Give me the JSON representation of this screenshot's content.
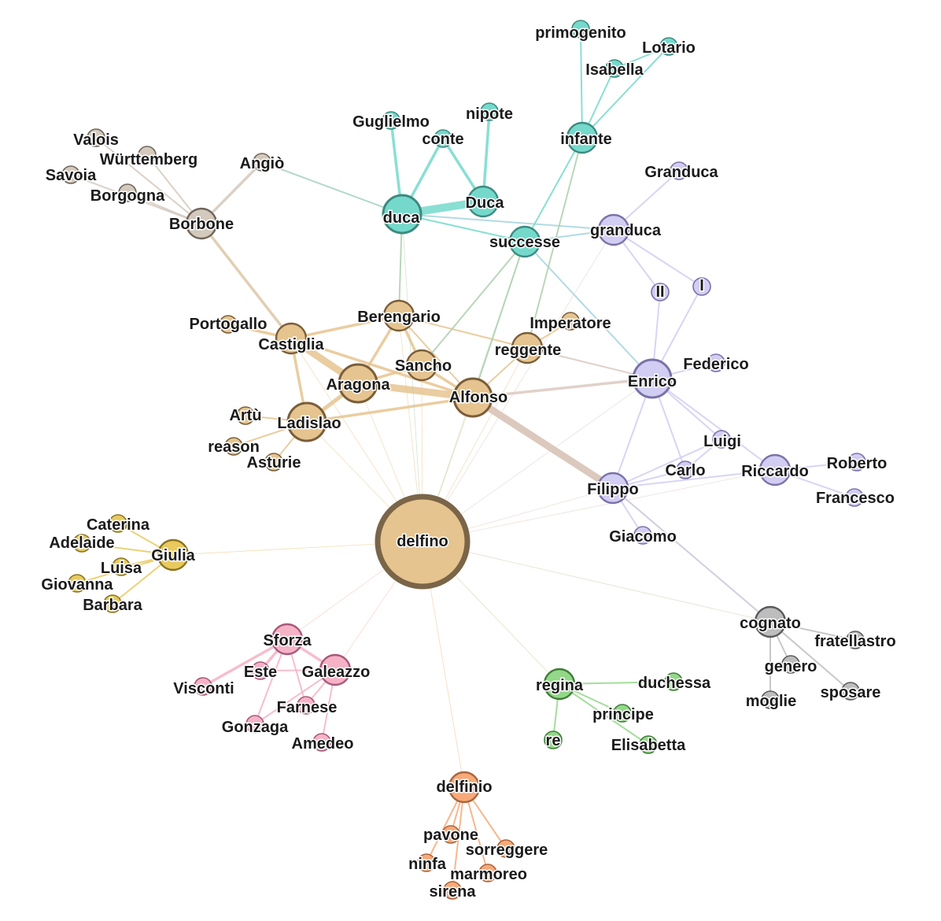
{
  "colors": {
    "gold": "#e6c48f",
    "gold_stroke": "#7a5e3a",
    "teal": "#74d9cb",
    "teal_stroke": "#3d8a80",
    "lavender": "#d2cdf2",
    "lavender_stroke": "#7a72a8",
    "taupe": "#d3c9bc",
    "taupe_stroke": "#6e645a",
    "yellow": "#e8ca5e",
    "yellow_stroke": "#8a7420",
    "pink": "#f6b2c6",
    "pink_stroke": "#a8587a",
    "green": "#93d888",
    "green_stroke": "#3f7d38",
    "orange": "#f7a979",
    "orange_stroke": "#a9643c",
    "gray": "#bdbdbd",
    "gray_stroke": "#5a5a5a",
    "delfino_stroke": "#7a6548"
  },
  "nodes": [
    {
      "id": "delfino",
      "label": "delfino",
      "group": "gold",
      "size": 5
    },
    {
      "id": "Alfonso",
      "label": "Alfonso",
      "group": "gold",
      "size": 3
    },
    {
      "id": "Aragona",
      "label": "Aragona",
      "group": "gold",
      "size": 3
    },
    {
      "id": "Sancho",
      "label": "Sancho",
      "group": "gold",
      "size": 2
    },
    {
      "id": "Berengario",
      "label": "Berengario",
      "group": "gold",
      "size": 2
    },
    {
      "id": "Castiglia",
      "label": "Castiglia",
      "group": "gold",
      "size": 2
    },
    {
      "id": "Ladislao",
      "label": "Ladislao",
      "group": "gold",
      "size": 3
    },
    {
      "id": "Portogallo",
      "label": "Portogallo",
      "group": "gold",
      "size": 1
    },
    {
      "id": "Artu",
      "label": "Artù",
      "group": "gold",
      "size": 1
    },
    {
      "id": "reason",
      "label": "reason",
      "group": "gold",
      "size": 1
    },
    {
      "id": "Asturie",
      "label": "Asturie",
      "group": "gold",
      "size": 1
    },
    {
      "id": "reggente",
      "label": "reggente",
      "group": "gold",
      "size": 2
    },
    {
      "id": "Imperatore",
      "label": "Imperatore",
      "group": "gold",
      "size": 1
    },
    {
      "id": "duca",
      "label": "duca",
      "group": "teal",
      "size": 3
    },
    {
      "id": "Duca",
      "label": "Duca",
      "group": "teal",
      "size": 2
    },
    {
      "id": "conte",
      "label": "conte",
      "group": "teal",
      "size": 1
    },
    {
      "id": "Guglielmo",
      "label": "Guglielmo",
      "group": "teal",
      "size": 1
    },
    {
      "id": "nipote",
      "label": "nipote",
      "group": "teal",
      "size": 1
    },
    {
      "id": "successe",
      "label": "successe",
      "group": "teal",
      "size": 2
    },
    {
      "id": "infante",
      "label": "infante",
      "group": "teal",
      "size": 2
    },
    {
      "id": "primogenito",
      "label": "primogenito",
      "group": "teal",
      "size": 1
    },
    {
      "id": "Isabella",
      "label": "Isabella",
      "group": "teal",
      "size": 1
    },
    {
      "id": "Lotario",
      "label": "Lotario",
      "group": "teal",
      "size": 1
    },
    {
      "id": "granduca",
      "label": "granduca",
      "group": "lavender",
      "size": 2
    },
    {
      "id": "Granduca",
      "label": "Granduca",
      "group": "lavender",
      "size": 1
    },
    {
      "id": "II",
      "label": "II",
      "group": "lavender",
      "size": 1
    },
    {
      "id": "I",
      "label": "I",
      "group": "lavender",
      "size": 1
    },
    {
      "id": "Enrico",
      "label": "Enrico",
      "group": "lavender",
      "size": 3
    },
    {
      "id": "Federico",
      "label": "Federico",
      "group": "lavender",
      "size": 1
    },
    {
      "id": "Filippo",
      "label": "Filippo",
      "group": "lavender",
      "size": 2
    },
    {
      "id": "Carlo",
      "label": "Carlo",
      "group": "lavender",
      "size": 1
    },
    {
      "id": "Luigi",
      "label": "Luigi",
      "group": "lavender",
      "size": 1
    },
    {
      "id": "Riccardo",
      "label": "Riccardo",
      "group": "lavender",
      "size": 2
    },
    {
      "id": "Roberto",
      "label": "Roberto",
      "group": "lavender",
      "size": 1
    },
    {
      "id": "Francesco",
      "label": "Francesco",
      "group": "lavender",
      "size": 1
    },
    {
      "id": "Giacomo",
      "label": "Giacomo",
      "group": "lavender",
      "size": 1
    },
    {
      "id": "Borbone",
      "label": "Borbone",
      "group": "taupe",
      "size": 2
    },
    {
      "id": "Angio",
      "label": "Angiò",
      "group": "taupe",
      "size": 1
    },
    {
      "id": "Valois",
      "label": "Valois",
      "group": "taupe",
      "size": 1
    },
    {
      "id": "Wurttemberg",
      "label": "Württemberg",
      "group": "taupe",
      "size": 1
    },
    {
      "id": "Savoia",
      "label": "Savoia",
      "group": "taupe",
      "size": 1
    },
    {
      "id": "Borgogna",
      "label": "Borgogna",
      "group": "taupe",
      "size": 1
    },
    {
      "id": "Giulia",
      "label": "Giulia",
      "group": "yellow",
      "size": 2
    },
    {
      "id": "Caterina",
      "label": "Caterina",
      "group": "yellow",
      "size": 1
    },
    {
      "id": "Adelaide",
      "label": "Adelaide",
      "group": "yellow",
      "size": 1
    },
    {
      "id": "Luisa",
      "label": "Luisa",
      "group": "yellow",
      "size": 1
    },
    {
      "id": "Giovanna",
      "label": "Giovanna",
      "group": "yellow",
      "size": 1
    },
    {
      "id": "Barbara",
      "label": "Barbara",
      "group": "yellow",
      "size": 1
    },
    {
      "id": "Sforza",
      "label": "Sforza",
      "group": "pink",
      "size": 2
    },
    {
      "id": "Galeazzo",
      "label": "Galeazzo",
      "group": "pink",
      "size": 2
    },
    {
      "id": "Este",
      "label": "Este",
      "group": "pink",
      "size": 1
    },
    {
      "id": "Visconti",
      "label": "Visconti",
      "group": "pink",
      "size": 1
    },
    {
      "id": "Farnese",
      "label": "Farnese",
      "group": "pink",
      "size": 1
    },
    {
      "id": "Gonzaga",
      "label": "Gonzaga",
      "group": "pink",
      "size": 1
    },
    {
      "id": "Amedeo",
      "label": "Amedeo",
      "group": "pink",
      "size": 1
    },
    {
      "id": "regina",
      "label": "regina",
      "group": "green",
      "size": 2
    },
    {
      "id": "duchessa",
      "label": "duchessa",
      "group": "green",
      "size": 1
    },
    {
      "id": "principe",
      "label": "principe",
      "group": "green",
      "size": 1
    },
    {
      "id": "re",
      "label": "re",
      "group": "green",
      "size": 1
    },
    {
      "id": "Elisabetta",
      "label": "Elisabetta",
      "group": "green",
      "size": 1
    },
    {
      "id": "delfinio",
      "label": "delfinio",
      "group": "orange",
      "size": 2
    },
    {
      "id": "pavone",
      "label": "pavone",
      "group": "orange",
      "size": 1
    },
    {
      "id": "sorreggere",
      "label": "sorreggere",
      "group": "orange",
      "size": 1
    },
    {
      "id": "ninfa",
      "label": "ninfa",
      "group": "orange",
      "size": 1
    },
    {
      "id": "marmoreo",
      "label": "marmoreo",
      "group": "orange",
      "size": 1
    },
    {
      "id": "sirena",
      "label": "sirena",
      "group": "orange",
      "size": 1
    },
    {
      "id": "cognato",
      "label": "cognato",
      "group": "gray",
      "size": 2
    },
    {
      "id": "fratellastro",
      "label": "fratellastro",
      "group": "gray",
      "size": 1
    },
    {
      "id": "genero",
      "label": "genero",
      "group": "gray",
      "size": 1
    },
    {
      "id": "moglie",
      "label": "moglie",
      "group": "gray",
      "size": 1
    },
    {
      "id": "sposare",
      "label": "sposare",
      "group": "gray",
      "size": 1
    }
  ],
  "edges": [
    {
      "source": "Aragona",
      "target": "Castiglia",
      "weight": 5
    },
    {
      "source": "Aragona",
      "target": "Alfonso",
      "weight": 5
    },
    {
      "source": "Alfonso",
      "target": "Filippo",
      "weight": 5
    },
    {
      "source": "duca",
      "target": "Duca",
      "weight": 5
    },
    {
      "source": "Aragona",
      "target": "Ladislao",
      "weight": 3
    },
    {
      "source": "Aragona",
      "target": "Sancho",
      "weight": 2
    },
    {
      "source": "Aragona",
      "target": "Berengario",
      "weight": 2
    },
    {
      "source": "Sancho",
      "target": "Alfonso",
      "weight": 2
    },
    {
      "source": "Berengario",
      "target": "Castiglia",
      "weight": 2
    },
    {
      "source": "Berengario",
      "target": "Sancho",
      "weight": 2
    },
    {
      "source": "Berengario",
      "target": "Alfonso",
      "weight": 1
    },
    {
      "source": "Berengario",
      "target": "reggente",
      "weight": 1
    },
    {
      "source": "Castiglia",
      "target": "Portogallo",
      "weight": 2
    },
    {
      "source": "Castiglia",
      "target": "Ladislao",
      "weight": 2
    },
    {
      "source": "Castiglia",
      "target": "Alfonso",
      "weight": 2
    },
    {
      "source": "Castiglia",
      "target": "Borbone",
      "weight": 2
    },
    {
      "source": "Ladislao",
      "target": "Artu",
      "weight": 1
    },
    {
      "source": "Ladislao",
      "target": "reason",
      "weight": 1
    },
    {
      "source": "Ladislao",
      "target": "Asturie",
      "weight": 1
    },
    {
      "source": "Ladislao",
      "target": "Alfonso",
      "weight": 2
    },
    {
      "source": "reggente",
      "target": "Imperatore",
      "weight": 1
    },
    {
      "source": "reggente",
      "target": "Alfonso",
      "weight": 1
    },
    {
      "source": "reggente",
      "target": "Enrico",
      "weight": 1
    },
    {
      "source": "Alfonso",
      "target": "Enrico",
      "weight": 2
    },
    {
      "source": "Alfonso",
      "target": "successe",
      "weight": 1
    },
    {
      "source": "Sancho",
      "target": "successe",
      "weight": 1
    },
    {
      "source": "Berengario",
      "target": "duca",
      "weight": 1
    },
    {
      "source": "duca",
      "target": "Guglielmo",
      "weight": 2
    },
    {
      "source": "duca",
      "target": "conte",
      "weight": 2
    },
    {
      "source": "Duca",
      "target": "conte",
      "weight": 2
    },
    {
      "source": "Duca",
      "target": "nipote",
      "weight": 2
    },
    {
      "source": "duca",
      "target": "successe",
      "weight": 1
    },
    {
      "source": "duca",
      "target": "granduca",
      "weight": 1
    },
    {
      "source": "duca",
      "target": "Angio",
      "weight": 1
    },
    {
      "source": "successe",
      "target": "granduca",
      "weight": 1
    },
    {
      "source": "successe",
      "target": "Enrico",
      "weight": 1
    },
    {
      "source": "successe",
      "target": "infante",
      "weight": 1
    },
    {
      "source": "reggente",
      "target": "infante",
      "weight": 1
    },
    {
      "source": "infante",
      "target": "primogenito",
      "weight": 1
    },
    {
      "source": "infante",
      "target": "Isabella",
      "weight": 1
    },
    {
      "source": "infante",
      "target": "Lotario",
      "weight": 1
    },
    {
      "source": "Isabella",
      "target": "Lotario",
      "weight": 1
    },
    {
      "source": "granduca",
      "target": "Granduca",
      "weight": 1
    },
    {
      "source": "granduca",
      "target": "II",
      "weight": 1
    },
    {
      "source": "granduca",
      "target": "I",
      "weight": 1
    },
    {
      "source": "Enrico",
      "target": "II",
      "weight": 1
    },
    {
      "source": "Enrico",
      "target": "I",
      "weight": 1
    },
    {
      "source": "Enrico",
      "target": "Federico",
      "weight": 1
    },
    {
      "source": "Enrico",
      "target": "Filippo",
      "weight": 1
    },
    {
      "source": "Enrico",
      "target": "Carlo",
      "weight": 1
    },
    {
      "source": "Enrico",
      "target": "Luigi",
      "weight": 1
    },
    {
      "source": "Enrico",
      "target": "Riccardo",
      "weight": 1
    },
    {
      "source": "Filippo",
      "target": "Carlo",
      "weight": 1
    },
    {
      "source": "Filippo",
      "target": "Luigi",
      "weight": 1
    },
    {
      "source": "Filippo",
      "target": "Riccardo",
      "weight": 1
    },
    {
      "source": "Filippo",
      "target": "Giacomo",
      "weight": 1
    },
    {
      "source": "Filippo",
      "target": "cognato",
      "weight": 1
    },
    {
      "source": "Riccardo",
      "target": "Roberto",
      "weight": 1
    },
    {
      "source": "Riccardo",
      "target": "Francesco",
      "weight": 1
    },
    {
      "source": "Carlo",
      "target": "Luigi",
      "weight": 1
    },
    {
      "source": "Borbone",
      "target": "Angio",
      "weight": 2
    },
    {
      "source": "Borbone",
      "target": "Valois",
      "weight": 1
    },
    {
      "source": "Borbone",
      "target": "Wurttemberg",
      "weight": 1
    },
    {
      "source": "Borbone",
      "target": "Savoia",
      "weight": 1
    },
    {
      "source": "Borbone",
      "target": "Borgogna",
      "weight": 1
    },
    {
      "source": "Giulia",
      "target": "Caterina",
      "weight": 1
    },
    {
      "source": "Giulia",
      "target": "Adelaide",
      "weight": 1
    },
    {
      "source": "Giulia",
      "target": "Luisa",
      "weight": 1
    },
    {
      "source": "Giulia",
      "target": "Giovanna",
      "weight": 1
    },
    {
      "source": "Giulia",
      "target": "Barbara",
      "weight": 1
    },
    {
      "source": "Sforza",
      "target": "Galeazzo",
      "weight": 2
    },
    {
      "source": "Sforza",
      "target": "Este",
      "weight": 2
    },
    {
      "source": "Sforza",
      "target": "Visconti",
      "weight": 2
    },
    {
      "source": "Sforza",
      "target": "Farnese",
      "weight": 1
    },
    {
      "source": "Sforza",
      "target": "Gonzaga",
      "weight": 1
    },
    {
      "source": "Galeazzo",
      "target": "Este",
      "weight": 1
    },
    {
      "source": "Galeazzo",
      "target": "Farnese",
      "weight": 1
    },
    {
      "source": "Galeazzo",
      "target": "Amedeo",
      "weight": 1
    },
    {
      "source": "Galeazzo",
      "target": "Gonzaga",
      "weight": 1
    },
    {
      "source": "regina",
      "target": "duchessa",
      "weight": 1
    },
    {
      "source": "regina",
      "target": "principe",
      "weight": 1
    },
    {
      "source": "regina",
      "target": "re",
      "weight": 1
    },
    {
      "source": "regina",
      "target": "Elisabetta",
      "weight": 1
    },
    {
      "source": "delfinio",
      "target": "pavone",
      "weight": 1
    },
    {
      "source": "delfinio",
      "target": "sorreggere",
      "weight": 1
    },
    {
      "source": "delfinio",
      "target": "ninfa",
      "weight": 1
    },
    {
      "source": "delfinio",
      "target": "marmoreo",
      "weight": 1
    },
    {
      "source": "delfinio",
      "target": "sirena",
      "weight": 1
    },
    {
      "source": "cognato",
      "target": "fratellastro",
      "weight": 1
    },
    {
      "source": "cognato",
      "target": "genero",
      "weight": 1
    },
    {
      "source": "cognato",
      "target": "moglie",
      "weight": 1
    },
    {
      "source": "cognato",
      "target": "sposare",
      "weight": 1
    },
    {
      "source": "delfino",
      "target": "Ladislao",
      "weight": 1
    },
    {
      "source": "delfino",
      "target": "Aragona",
      "weight": 1
    },
    {
      "source": "delfino",
      "target": "Sancho",
      "weight": 1
    },
    {
      "source": "delfino",
      "target": "Alfonso",
      "weight": 1
    },
    {
      "source": "delfino",
      "target": "Castiglia",
      "weight": 1
    },
    {
      "source": "delfino",
      "target": "Berengario",
      "weight": 1
    },
    {
      "source": "delfino",
      "target": "reggente",
      "weight": 1
    },
    {
      "source": "delfino",
      "target": "Enrico",
      "weight": 1
    },
    {
      "source": "delfino",
      "target": "Filippo",
      "weight": 1
    },
    {
      "source": "delfino",
      "target": "Riccardo",
      "weight": 1
    },
    {
      "source": "delfino",
      "target": "duca",
      "weight": 1
    },
    {
      "source": "delfino",
      "target": "successe",
      "weight": 1
    },
    {
      "source": "delfino",
      "target": "granduca",
      "weight": 1
    },
    {
      "source": "delfino",
      "target": "Giulia",
      "weight": 1
    },
    {
      "source": "delfino",
      "target": "Sforza",
      "weight": 1
    },
    {
      "source": "delfino",
      "target": "Galeazzo",
      "weight": 1
    },
    {
      "source": "delfino",
      "target": "regina",
      "weight": 1
    },
    {
      "source": "delfino",
      "target": "delfinio",
      "weight": 1
    },
    {
      "source": "delfino",
      "target": "cognato",
      "weight": 1
    }
  ]
}
